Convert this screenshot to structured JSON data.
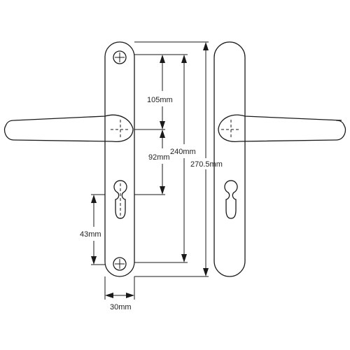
{
  "dimensions": {
    "d105": "105mm",
    "d92": "92mm",
    "d240": "240mm",
    "d270": "270.5mm",
    "d43": "43mm",
    "d30": "30mm"
  },
  "colors": {
    "stroke": "#1a1a1a",
    "background": "#ffffff"
  }
}
